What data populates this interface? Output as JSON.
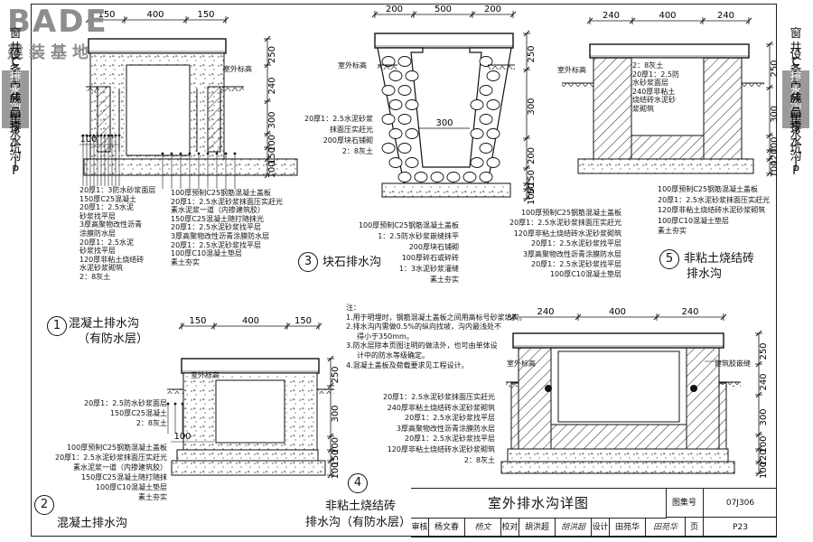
{
  "logo": {
    "brand": "BADE",
    "subtitle": "建装基地"
  },
  "side_tabs": [
    {
      "text": "窗井C",
      "active": false
    },
    {
      "text": "设备吊装口S",
      "active": false
    },
    {
      "text": "排水沟P",
      "active": true
    },
    {
      "text": "成品排水沟P",
      "active": false
    },
    {
      "text": "集水坑J",
      "active": false
    }
  ],
  "common": {
    "outdoor_level": "室外标高",
    "waterstop": "建筑胶嵌缝"
  },
  "detail1": {
    "num": "1",
    "title_line1": "混凝土排水沟",
    "title_line2": "（有防水层）",
    "dims_top": [
      "150",
      "400",
      "150"
    ],
    "dims_right": [
      "250",
      "240",
      "300",
      "100",
      "150",
      "100"
    ],
    "dim_left": "100",
    "left_layers": [
      "20厚1：3防水砂浆面层",
      "150厚C25混凝土",
      "20厚1：2.5水泥",
      "砂浆找平层",
      "3厚高聚物改性沥青",
      "涂膜防水层",
      "20厚1：2.5水泥",
      "砂浆找平层",
      "120厚非粘土烧结砖",
      "水泥砂浆砌筑",
      "2：8灰土"
    ],
    "right_layers": [
      "100厚预制C25钢筋混凝土盖板",
      "20厚1：2.5水泥砂浆抹面压实赶光",
      "素水泥浆一道（内掺建筑胶）",
      "150厚C25混凝土随打随抹光",
      "20厚1：2.5水泥砂浆找平层",
      "3厚高聚物改性沥青涂膜防水层",
      "20厚1：2.5水泥砂浆找平层",
      "100厚C10混凝土垫层",
      "素土夯实"
    ]
  },
  "detail2": {
    "num": "2",
    "title": "混凝土排水沟",
    "dims_top": [
      "150",
      "400",
      "150"
    ],
    "dims_right": [
      "250",
      "300",
      "100",
      "150",
      "100"
    ],
    "dim_left": "100",
    "upper_layers": [
      "20厚1：2.5防水砂浆面层",
      "150厚C25混凝土",
      "2：8灰土"
    ],
    "lower_layers": [
      "100厚预制C25钢筋混凝土盖板",
      "20厚1：2.5水泥砂浆抹面压实赶光",
      "素水泥浆一道（内掺建筑胶）",
      "150厚C25混凝土随打随抹",
      "100厚C10混凝土垫层",
      "素土夯实"
    ]
  },
  "detail3": {
    "num": "3",
    "title": "块石排水沟",
    "dims_top": [
      "200",
      "500",
      "200"
    ],
    "dims_right": [
      "250",
      "300",
      "200",
      "150",
      "50",
      "100"
    ],
    "dim_bottom": "300",
    "left_layers": [
      "20厚1：2.5水泥砂浆",
      "抹面压实赶光",
      "200厚块石铺砌",
      "2：8灰土"
    ],
    "bottom_layers": [
      "100厚预制C25钢筋混凝土盖板",
      "1：2.5防水砂浆嵌缝抹平",
      "200厚块石铺砌",
      "100厚碎石或碎砖",
      "1：3水泥砂浆灌缝",
      "素土夯实"
    ]
  },
  "detail4": {
    "num": "4",
    "title_line1": "非粘土烧结砖",
    "title_line2": "排水沟（有防水层）",
    "dims_top": [
      "240",
      "400",
      "240"
    ],
    "dims_right": [
      "250",
      "240",
      "300",
      "100",
      "120",
      "100"
    ],
    "layers": [
      "20厚1：2.5水泥砂浆抹面压实赶光",
      "240厚非粘土烧结砖水泥砂浆砌筑",
      "20厚1：2.5水泥砂浆找平层",
      "3厚高聚物改性沥青涂膜防水层",
      "20厚1：2.5水泥砂浆找平层",
      "120厚非粘土烧结砖水泥砂浆砌筑",
      "2：8灰土"
    ]
  },
  "detail5": {
    "num": "5",
    "title_line1": "非粘土烧结砖",
    "title_line2": "排水沟",
    "dims_top": [
      "240",
      "400",
      "240"
    ],
    "dims_right": [
      "250",
      "300",
      "100",
      "120",
      "100"
    ],
    "inner_layers": [
      "2：8灰土",
      "20厚1：2.5防",
      "水砂浆面层",
      "240厚非粘土",
      "烧结砖水泥砂",
      "浆砌筑"
    ],
    "left_layers": [
      "100厚预制C25钢筋混凝土盖板",
      "20厚1：2.5水泥砂浆抹面压实赶光",
      "120厚非粘土烧结砖水泥砂浆砌筑",
      "20厚1：2.5水泥砂浆找平层",
      "3厚高聚物改性沥青涂膜防水层",
      "20厚1：2.5水泥砂浆找平层",
      "100厚C10混凝土垫层"
    ],
    "right_layers": [
      "100厚预制C25钢筋混凝土盖板",
      "20厚1：2.5水泥砂浆抹面压实赶光",
      "120厚非粘土烧结砖水泥砂浆砌筑",
      "100厚C10混凝土垫层",
      "素土夯实"
    ]
  },
  "notes": {
    "heading": "注：",
    "lines": [
      "1.用于明埋时，钢筋混凝土盖板之间用高标号砂浆填实。",
      "2.排水沟内需做0.5%的纵向找坡，沟内最浅处不",
      "得小于350mm。",
      "3.防水层除本页图注明的做法外，也可由单体设",
      "计中的防水等级确定。",
      "4.混凝土盖板及荷载要求见工程设计。"
    ]
  },
  "title_block": {
    "title": "室外排水沟详图",
    "atlas_label": "图集号",
    "atlas_no": "07J306",
    "review_label": "审核",
    "review_name": "杨文春",
    "review_sig": "杨文",
    "check_label": "校对",
    "check_name": "胡洪超",
    "check_sig": "胡洪超",
    "design_label": "设计",
    "design_name": "田苑华",
    "design_sig": "田苑华",
    "page_label": "页",
    "page_no": "P23"
  }
}
